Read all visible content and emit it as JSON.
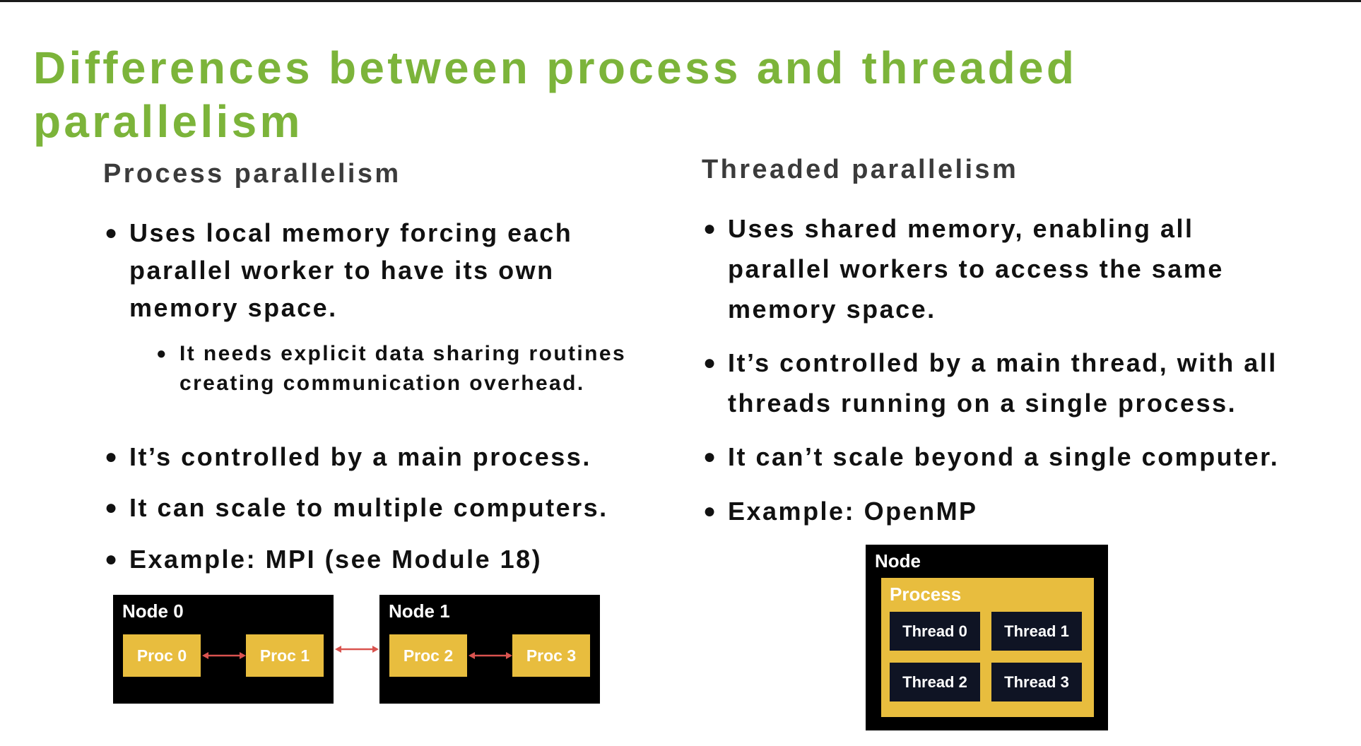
{
  "slide": {
    "title": "Differences between process and threaded parallelism"
  },
  "process": {
    "heading": "Process parallelism",
    "bullets": [
      "Uses local memory forcing each parallel worker to have its own memory space.",
      "It needs explicit data sharing routines creating communication overhead.",
      "It’s controlled by a main process.",
      "It can scale to multiple computers.",
      "Example: MPI (see Module 18)"
    ],
    "diagram": {
      "nodes": [
        {
          "label": "Node 0",
          "procs": [
            "Proc 0",
            "Proc 1"
          ]
        },
        {
          "label": "Node 1",
          "procs": [
            "Proc 2",
            "Proc 3"
          ]
        }
      ]
    }
  },
  "threaded": {
    "heading": "Threaded parallelism",
    "bullets": [
      "Uses shared memory, enabling all parallel workers to access the same memory space.",
      "It’s controlled by a main thread, with all threads running on a single process.",
      "It can’t scale beyond a single computer.",
      "Example: OpenMP"
    ],
    "diagram": {
      "node_label": "Node",
      "process_label": "Process",
      "threads": [
        "Thread 0",
        "Thread 1",
        "Thread 2",
        "Thread 3"
      ]
    }
  },
  "colors": {
    "title": "#7cb43a",
    "heading": "#3b3b3b",
    "node": "#000000",
    "proc": "#e8bd3e",
    "thread": "#0f1424",
    "arrow": "#d9534f"
  }
}
